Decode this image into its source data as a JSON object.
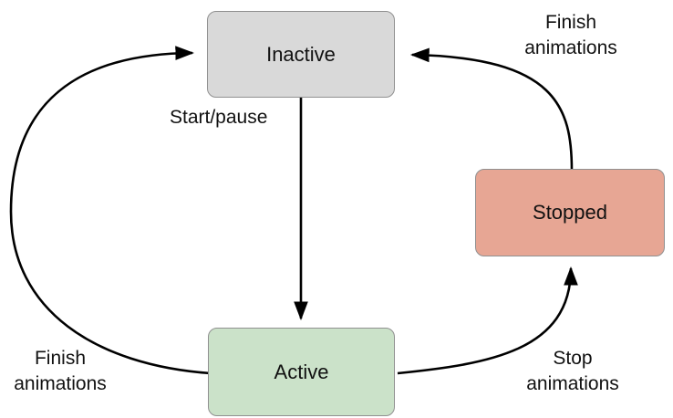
{
  "diagram": {
    "kind": "state-transition-diagram"
  },
  "nodes": {
    "inactive": {
      "label": "Inactive",
      "fill": "#d9d9d9",
      "border": "#909090"
    },
    "active": {
      "label": "Active",
      "fill": "#cbe2c9",
      "border": "#909090"
    },
    "stopped": {
      "label": "Stopped",
      "fill": "#e7a694",
      "border": "#909090"
    }
  },
  "edges": {
    "start_pause": {
      "from": "Inactive",
      "to": "Active",
      "label": "Start/pause"
    },
    "finish_left": {
      "from": "Active",
      "to": "Inactive",
      "label": "Finish\nanimations"
    },
    "stop": {
      "from": "Active",
      "to": "Stopped",
      "label": "Stop\nanimations"
    },
    "finish_right": {
      "from": "Stopped",
      "to": "Inactive",
      "label": "Finish\nanimations"
    }
  },
  "colors": {
    "background": "#ffffff",
    "arrow": "#000000",
    "text": "#111111"
  }
}
